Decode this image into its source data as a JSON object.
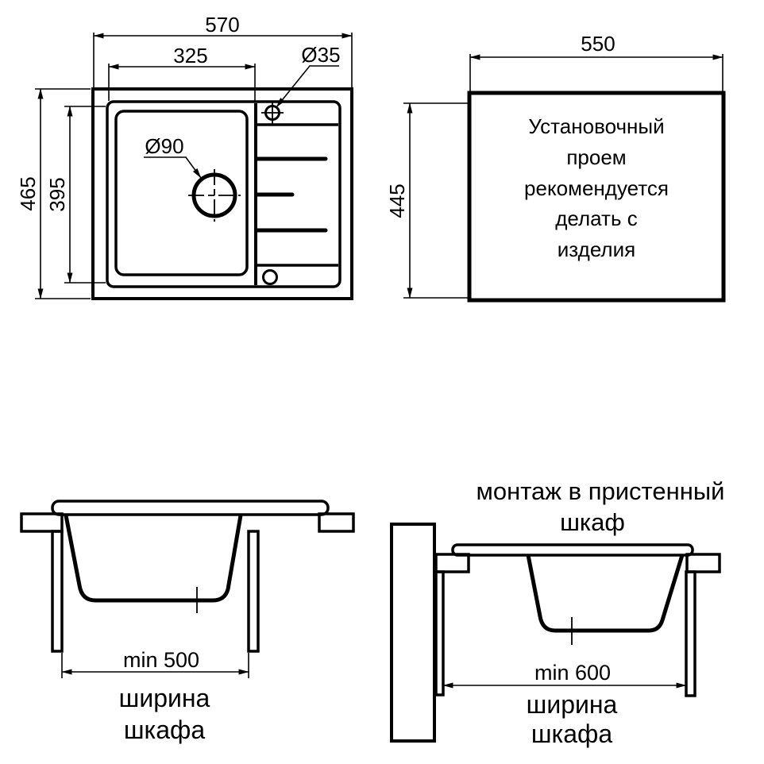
{
  "drawing": {
    "colors": {
      "line": "#000000",
      "background": "#ffffff"
    },
    "top_view": {
      "dim_width": "570",
      "dim_bowl_width": "325",
      "dim_faucet_hole": "Ø35",
      "dim_height": "465",
      "dim_bowl_height": "395",
      "dim_drain_hole": "Ø90"
    },
    "cutout_view": {
      "dim_width": "550",
      "dim_height": "445",
      "note_lines": [
        "Установочный",
        "проем",
        "рекомендуется",
        "делать с",
        "изделия"
      ]
    },
    "cabinet_section": {
      "dim_min_width": "min 500",
      "caption_line1": "ширина",
      "caption_line2": "шкафа"
    },
    "wall_cabinet_section": {
      "title_line1": "монтаж в пристенный",
      "title_line2": "шкаф",
      "dim_min_width": "min 600",
      "caption_line1": "ширина",
      "caption_line2": "шкафа"
    }
  }
}
